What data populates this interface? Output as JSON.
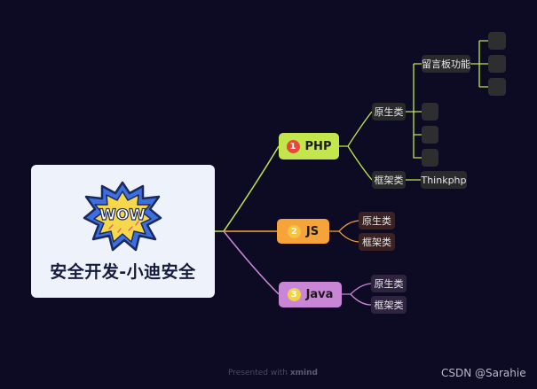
{
  "root": {
    "title": "安全开发-小迪安全",
    "sticker": "WOW"
  },
  "branches": [
    {
      "number": "1",
      "label": "PHP",
      "color": "#c2e64b",
      "badge_color": "#e8473c",
      "children": [
        {
          "label": "原生类",
          "children": [
            {
              "label": "留言板功能",
              "children": [
                {
                  "label": ""
                },
                {
                  "label": ""
                },
                {
                  "label": ""
                }
              ]
            },
            {
              "label": ""
            },
            {
              "label": ""
            },
            {
              "label": ""
            }
          ]
        },
        {
          "label": "框架类",
          "children": [
            {
              "label": "Thinkphp"
            }
          ]
        }
      ]
    },
    {
      "number": "2",
      "label": "JS",
      "color": "#f6a33a",
      "badge_color": "#f7c23f",
      "children": [
        {
          "label": "原生类"
        },
        {
          "label": "框架类"
        }
      ]
    },
    {
      "number": "3",
      "label": "Java",
      "color": "#c986d6",
      "badge_color": "#f3d23b",
      "children": [
        {
          "label": "原生类"
        },
        {
          "label": "框架类"
        }
      ]
    }
  ],
  "footer": {
    "prefix": "Presented with",
    "brand": "xmind"
  },
  "watermark": "CSDN @Sarahie"
}
